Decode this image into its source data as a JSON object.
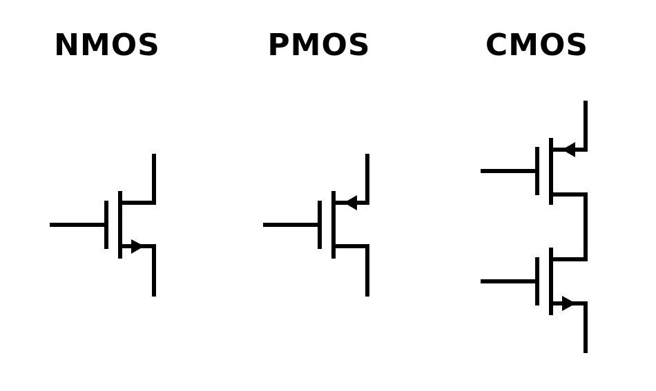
{
  "titles": {
    "nmos": "NMOS",
    "pmos": "PMOS",
    "cmos": "CMOS"
  },
  "colors": {
    "stroke": "#000000",
    "background": "#ffffff"
  }
}
